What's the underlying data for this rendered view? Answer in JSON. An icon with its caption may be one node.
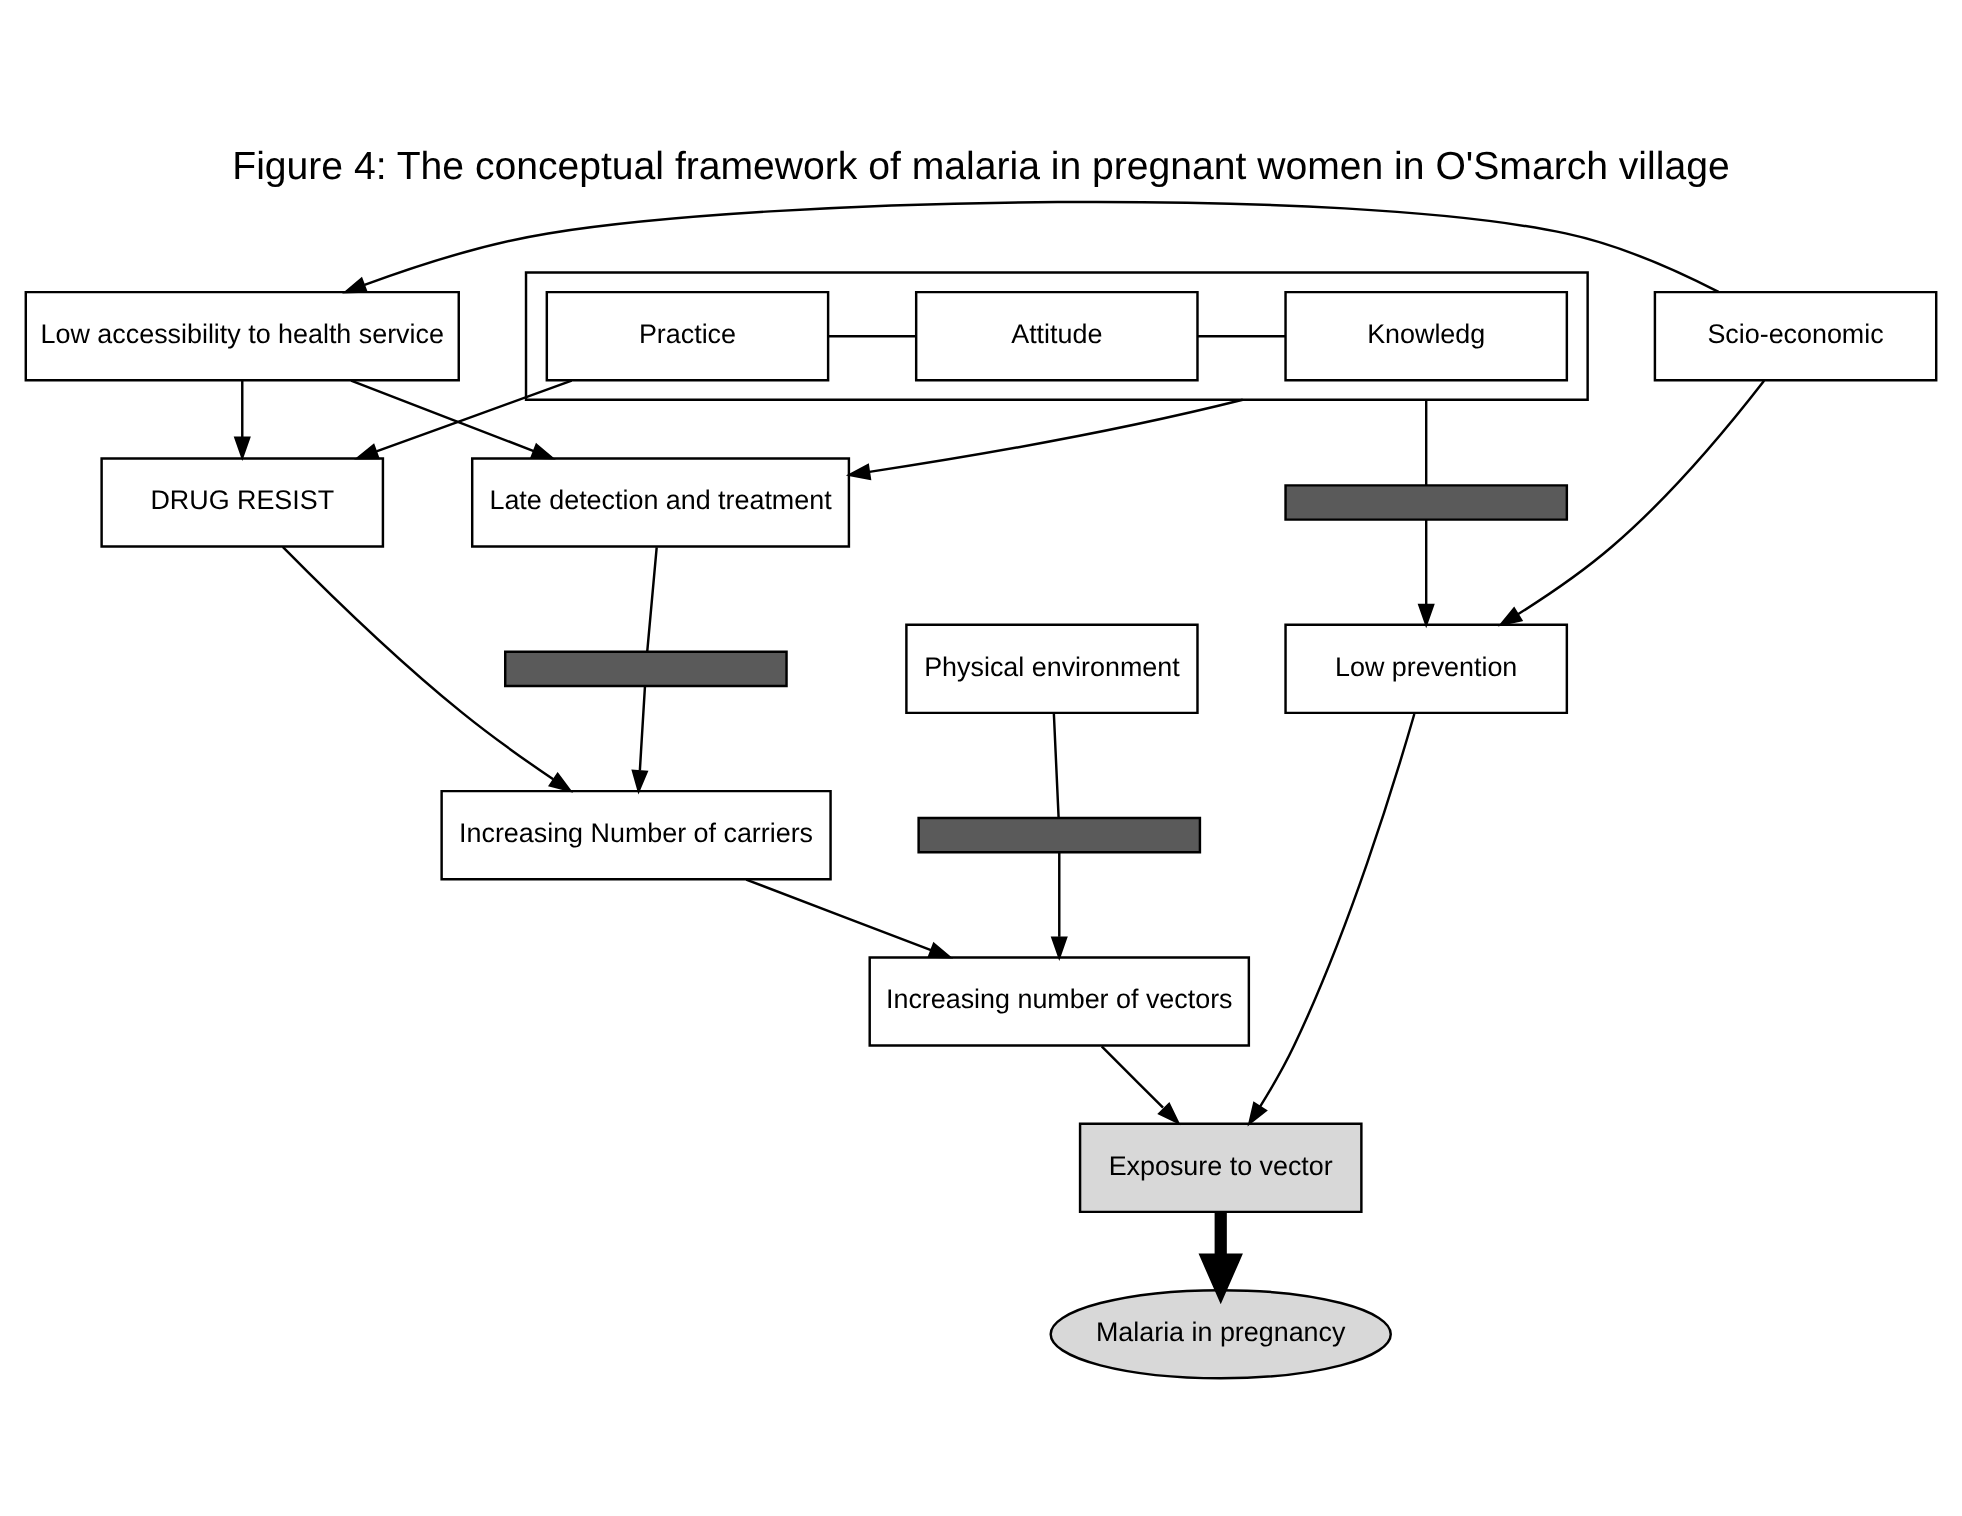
{
  "diagram": {
    "title": "Figure 4: The conceptual framework of malaria in pregnant women in O'Smarch village",
    "nodes": [
      {
        "text": [
          "Low accessibility to health service"
        ]
      },
      {
        "text": [
          "Late detection and treatment"
        ]
      },
      {
        "text": [
          "DRUG RESIST"
        ]
      },
      {
        "text": [],
        "shape": "bar"
      },
      {
        "text": [],
        "shape": "box"
      },
      {
        "text": [
          "Knowledg"
        ],
        "in": 4
      },
      {
        "text": [
          "Attitude"
        ],
        "in": 4
      },
      {
        "text": [
          "Practice"
        ],
        "in": 4
      },
      {
        "text": [],
        "shape": "bar"
      },
      {
        "text": [
          "Increasing Number of carriers"
        ]
      },
      {
        "text": [
          "Low prevention"
        ]
      },
      {
        "text": [
          "Increasing number of vectors"
        ]
      },
      {
        "text": [
          "Exposure to vector"
        ]
      },
      {
        "text": [
          "Scio-economic"
        ]
      },
      {
        "text": [],
        "shape": "bar"
      },
      {
        "text": [
          "Malaria in pregnancy"
        ]
      },
      {
        "text": [
          "Physical environment"
        ]
      }
    ],
    "edges": [
      {
        "from": 0,
        "to": 2,
        "arrow": "to"
      },
      {
        "from": 0,
        "to": 1,
        "arrow": "to"
      },
      {
        "from": 1,
        "to": 3,
        "arrow": "none"
      },
      {
        "from": 3,
        "to": 9,
        "arrow": "to"
      },
      {
        "from": 4,
        "to": 1,
        "arrow": "to"
      },
      {
        "from": 5,
        "to": 6,
        "arrow": "none"
      },
      {
        "from": 6,
        "to": 7,
        "arrow": "none"
      },
      {
        "from": 4,
        "to": 8,
        "arrow": "none"
      },
      {
        "from": 8,
        "to": 10,
        "arrow": "to"
      },
      {
        "from": 2,
        "to": 9,
        "arrow": "to"
      },
      {
        "from": 7,
        "to": 2,
        "arrow": "to"
      },
      {
        "from": 9,
        "to": 11,
        "arrow": "to"
      },
      {
        "from": 11,
        "to": 12,
        "arrow": "to"
      },
      {
        "from": 10,
        "to": 12,
        "arrow": "to"
      },
      {
        "from": 12,
        "to": 15,
        "arrow": "to",
        "style": "thick"
      },
      {
        "from": 16,
        "to": 14,
        "arrow": "none"
      },
      {
        "from": 14,
        "to": 11,
        "arrow": "to"
      },
      {
        "from": 13,
        "to": 0,
        "arrow": "to"
      },
      {
        "from": 13,
        "to": 10,
        "arrow": "to"
      }
    ]
  }
}
